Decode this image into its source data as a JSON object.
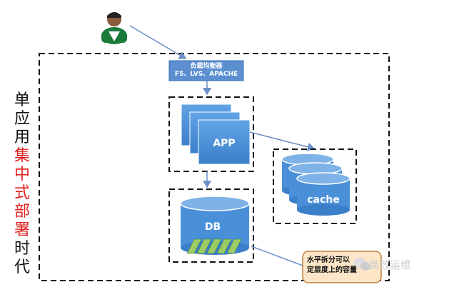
{
  "side_label": {
    "part1": [
      "单",
      "应",
      "用"
    ],
    "part2": [
      "集",
      "中",
      "式",
      "部",
      "署"
    ],
    "part3": [
      "时",
      "代"
    ],
    "color_black": "#111111",
    "color_red": "#e02020"
  },
  "load_balancer": {
    "line1": "负载均衡器",
    "line2": "F5、LVS、APACHE"
  },
  "app": {
    "label": "APP"
  },
  "cache": {
    "label": "cache"
  },
  "db": {
    "label": "DB"
  },
  "note": {
    "line1": "水平拆分可以",
    "line2": "定层度上的容量",
    "color_fill": "#fde6c8",
    "color_border": "#c08040"
  },
  "watermark": {
    "text": "高效运维"
  },
  "colors": {
    "box_blue": "#4a90d9",
    "lb_blue": "#5b8fd0",
    "arrow": "#6b8fc7",
    "db_stripe": "#9ccc65"
  },
  "icons": [
    "user-icon",
    "wechat-icon"
  ]
}
